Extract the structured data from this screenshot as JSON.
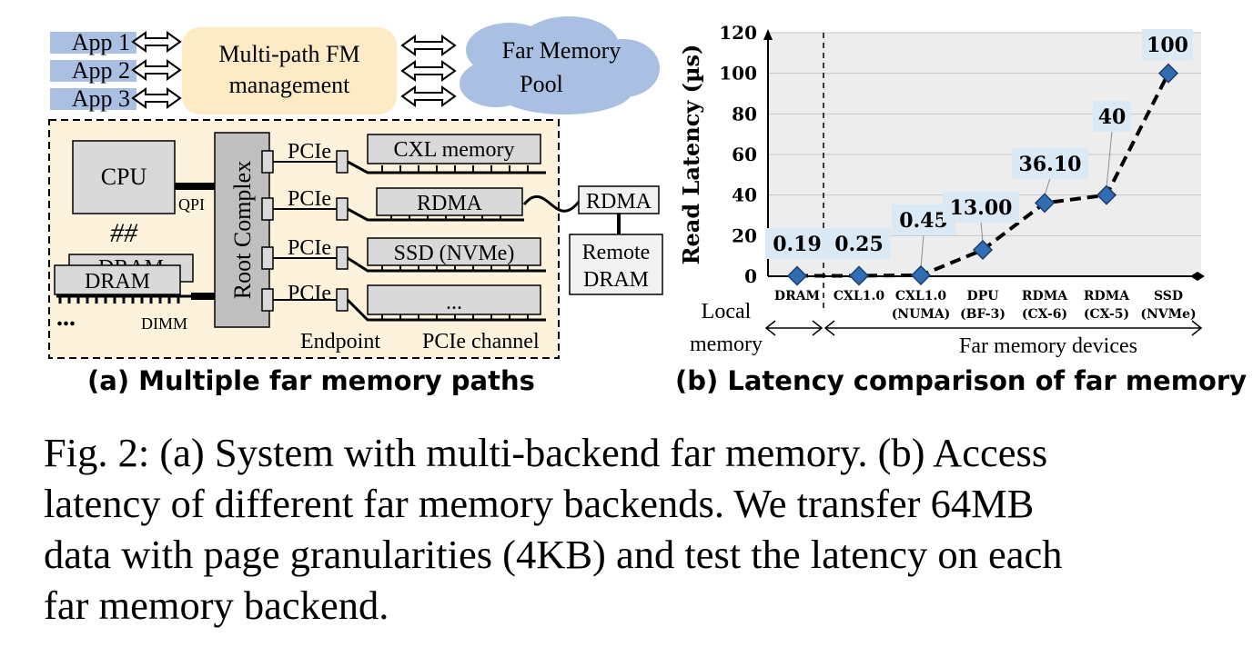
{
  "figure_a": {
    "apps": [
      "App 1",
      "App 2",
      "App 3"
    ],
    "fm_management": [
      "Multi-path FM",
      "management"
    ],
    "far_memory_pool": [
      "Far Memory",
      "Pool"
    ],
    "cpu": "CPU",
    "qpi": "QPI",
    "hash": "##",
    "dram_back": "DRAM",
    "dram_front": "DRAM",
    "dots": "...",
    "dimm": "DIMM",
    "root_complex": "Root Complex",
    "pcie_labels": [
      "PCIe",
      "PCIe",
      "PCIe",
      "PCIe"
    ],
    "devices": [
      "CXL memory",
      "RDMA",
      "SSD (NVMe)",
      "..."
    ],
    "remote_rdma": "RDMA",
    "remote_dram": [
      "Remote",
      "DRAM"
    ],
    "endpoint": "Endpoint",
    "pcie_channel": "PCIe channel",
    "subtitle": "(a) Multiple far memory paths"
  },
  "figure_b": {
    "subtitle": "(b) Latency comparison of far memory",
    "local_label": [
      "Local",
      "memory"
    ],
    "far_label": "Far memory devices"
  },
  "chart_data": {
    "type": "line",
    "ylabel": "Read Latency (µs)",
    "xlabel": "",
    "ylim": [
      0,
      120
    ],
    "yticks": [
      0,
      20,
      40,
      60,
      80,
      100,
      120
    ],
    "grid": true,
    "line_color": "#000000",
    "marker_color": "#2f6db5",
    "label_box_color": "#dbe9f5",
    "categories": [
      [
        "DRAM"
      ],
      [
        "CXL1.0"
      ],
      [
        "CXL1.0",
        "(NUMA)"
      ],
      [
        "DPU",
        "(BF-3)"
      ],
      [
        "RDMA",
        "(CX-6)"
      ],
      [
        "RDMA",
        "(CX-5)"
      ],
      [
        "SSD",
        "(NVMe)"
      ]
    ],
    "values": [
      0.19,
      0.25,
      0.45,
      13.0,
      36.1,
      40,
      100
    ],
    "data_labels": [
      "0.19",
      "0.25",
      "0.45",
      "13.00",
      "36.10",
      "40",
      "100"
    ]
  },
  "caption": [
    "Fig. 2: (a) System with multi-backend far memory. (b) Access",
    "latency of different far memory backends. We transfer 64MB",
    "data with page granularities (4KB) and test the latency on each",
    "far memory backend."
  ]
}
